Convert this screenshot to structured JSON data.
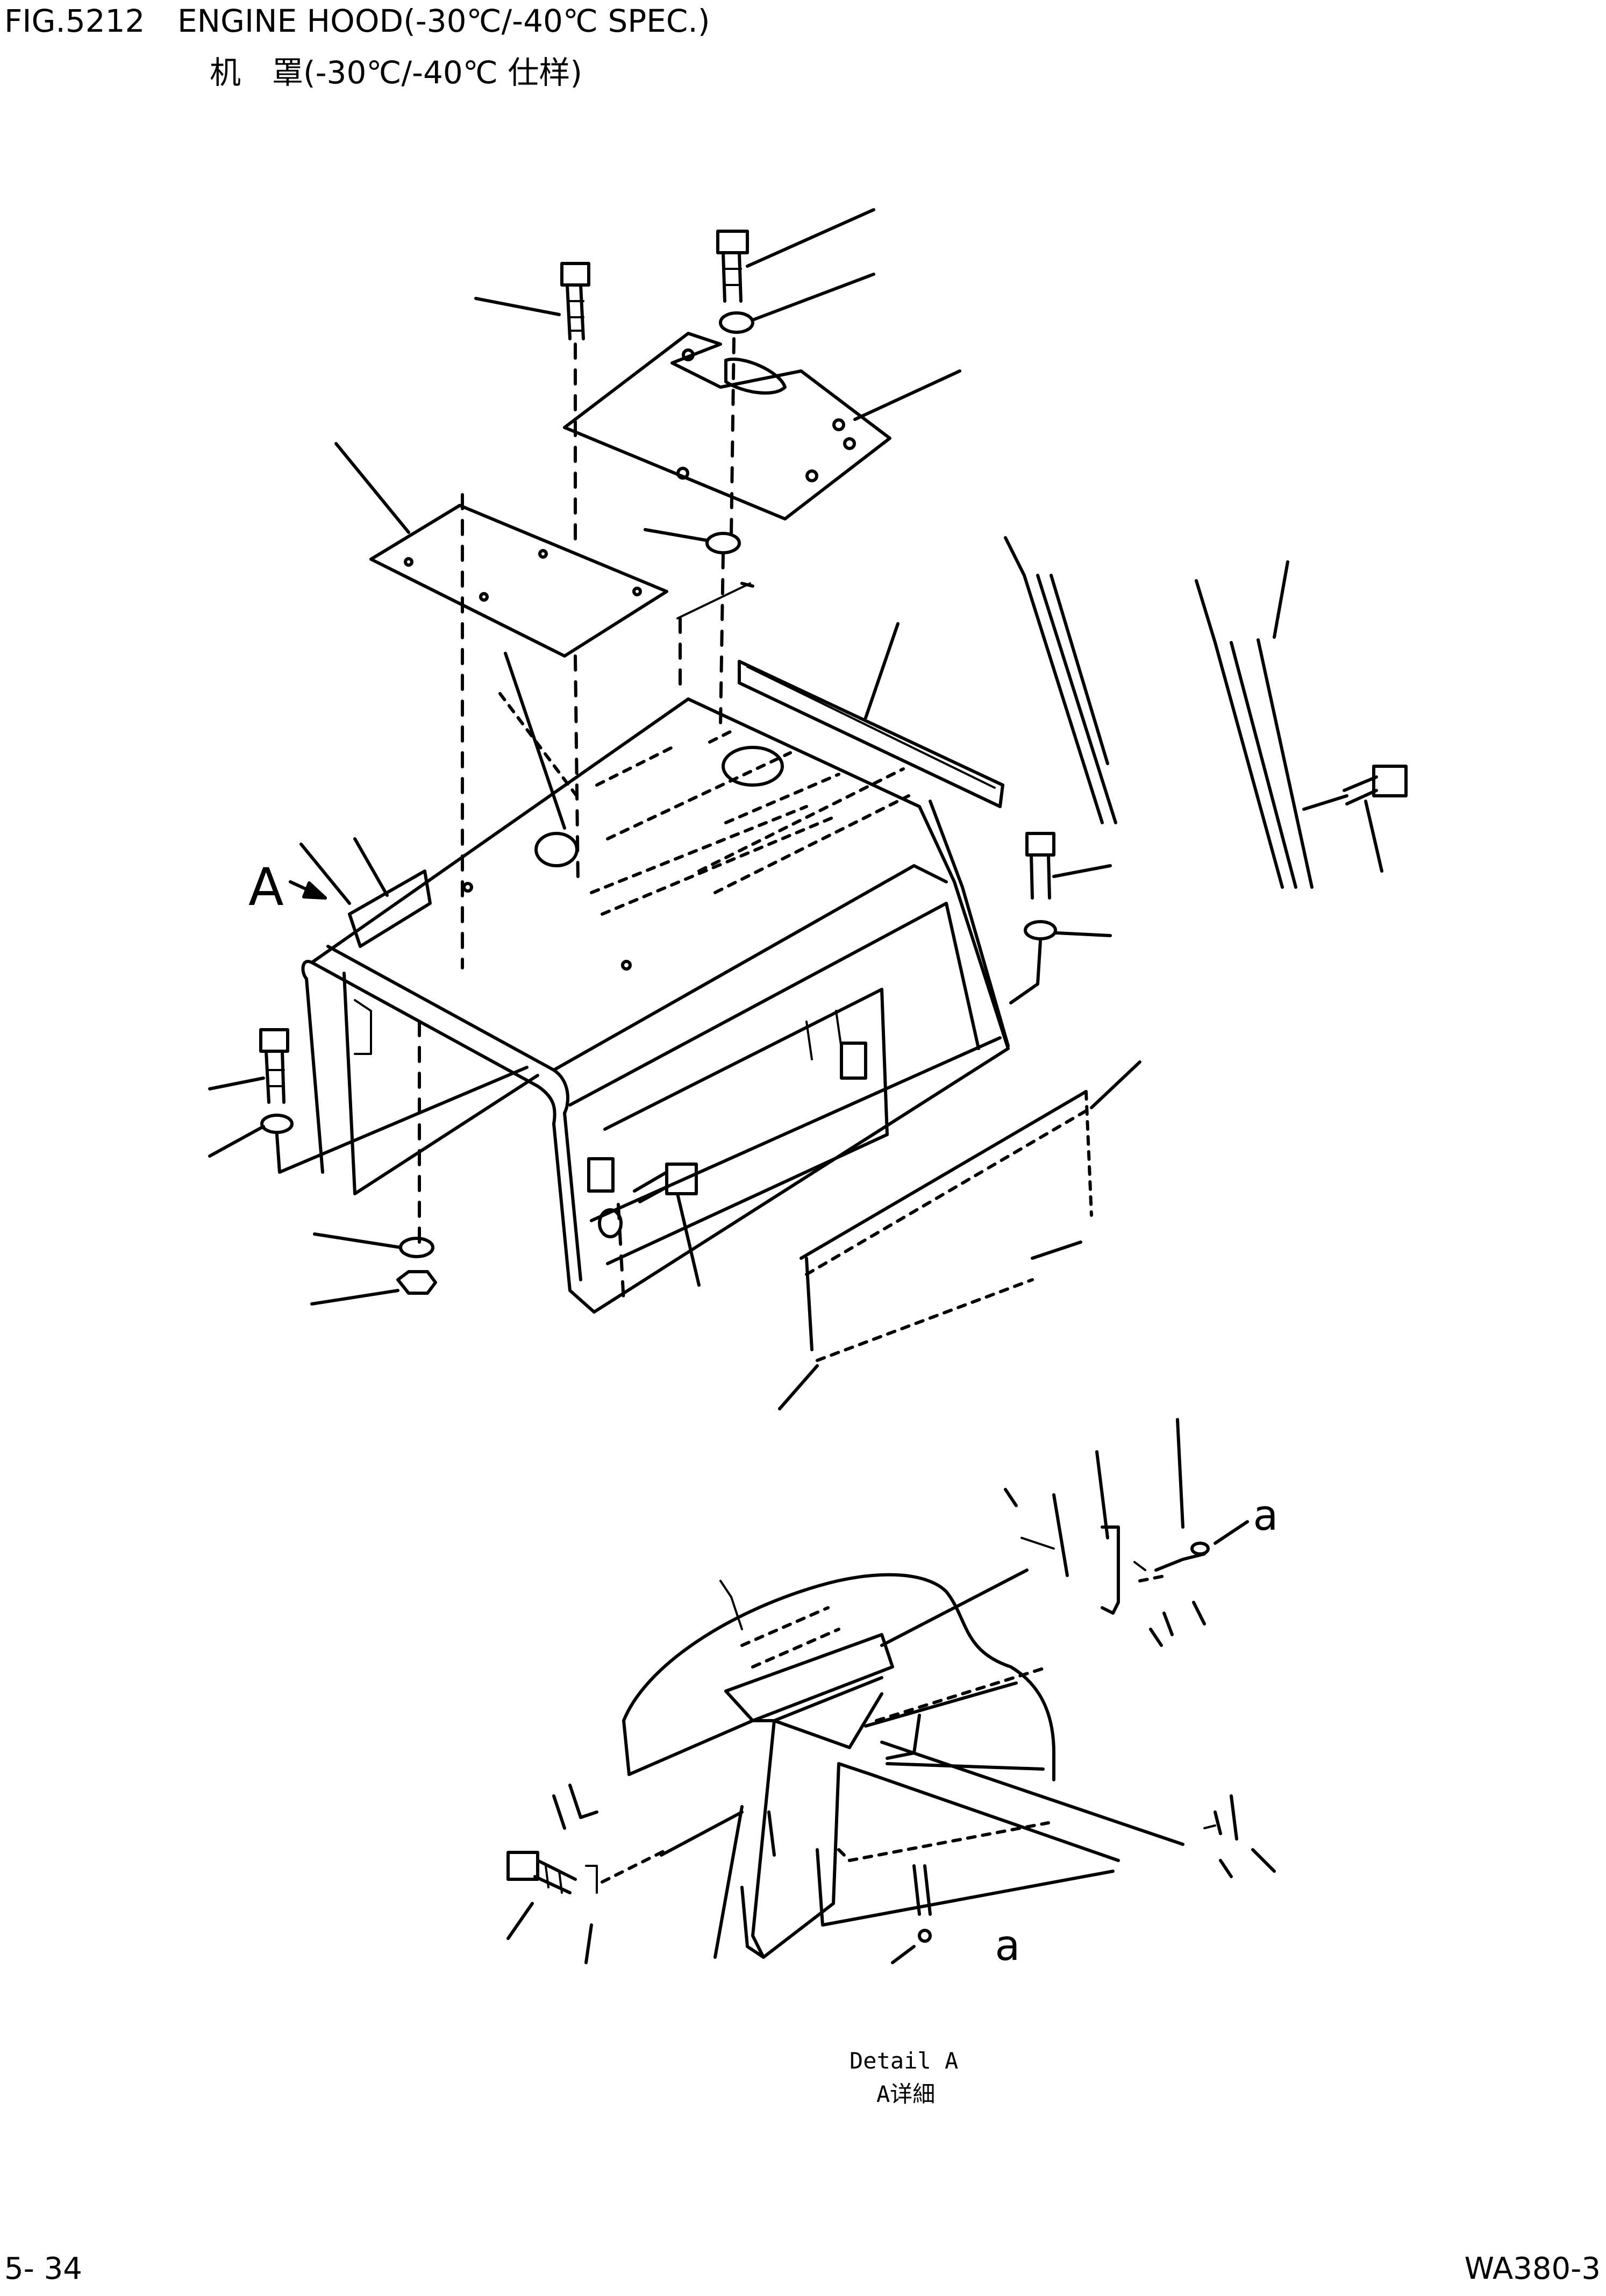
{
  "header": {
    "figure_number": "FIG.5212",
    "title_en": "ENGINE HOOD(-30℃/-40℃ SPEC.)",
    "title_jp": "机　罩(-30℃/-40℃ 仕样)"
  },
  "diagram": {
    "callout_main": "A",
    "detail_ref_a": "a",
    "detail_ref_b": "a",
    "detail_label_en": "Detail A",
    "detail_label_jp": "A详細"
  },
  "footer": {
    "page": "5- 34",
    "model": "WA380-3"
  }
}
